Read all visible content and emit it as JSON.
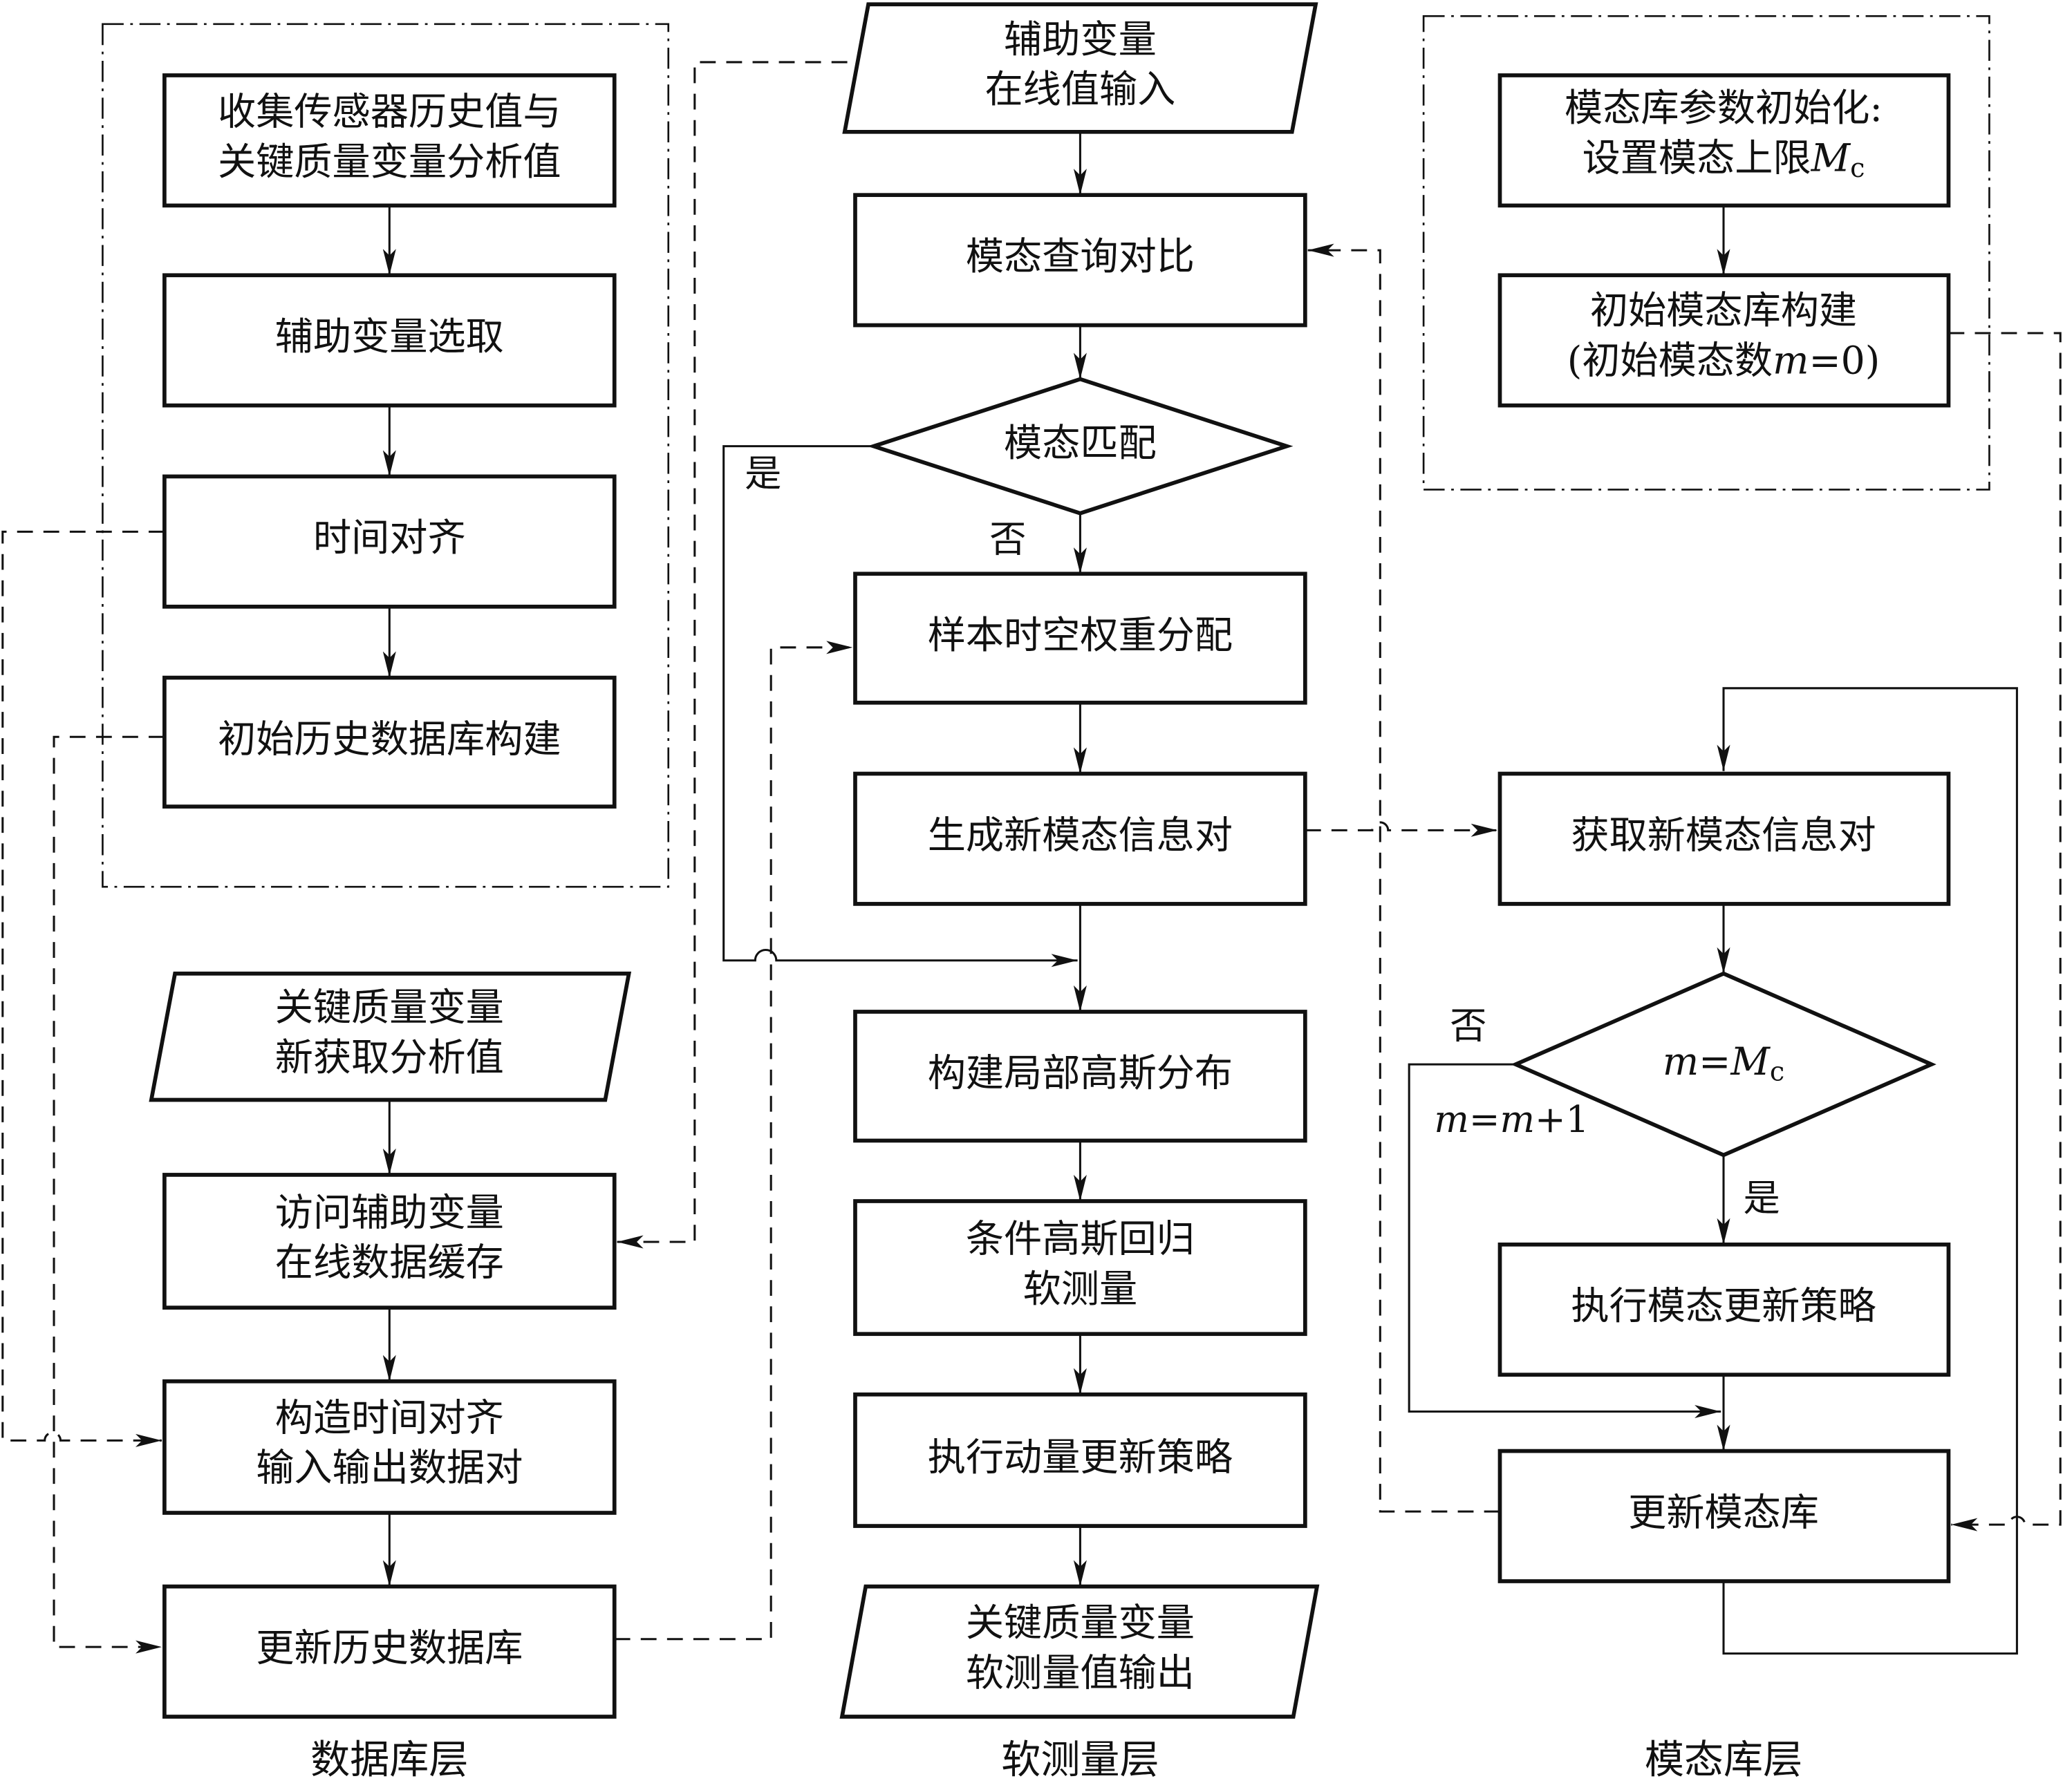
{
  "layers": {
    "database": "数据库层",
    "soft_sensor": "软测量层",
    "mode_library": "模态库层"
  },
  "database_layer": {
    "init_group": [
      [
        "收集传感器历史值与",
        "关键质量变量分析值"
      ],
      [
        "辅助变量选取"
      ],
      [
        "时间对齐"
      ],
      [
        "初始历史数据库构建"
      ]
    ],
    "input": [
      "关键质量变量",
      "新获取分析值"
    ],
    "steps": [
      [
        "访问辅助变量",
        "在线数据缓存"
      ],
      [
        "构造时间对齐",
        "输入输出数据对"
      ],
      [
        "更新历史数据库"
      ]
    ]
  },
  "soft_sensor_layer": {
    "input": [
      "辅助变量",
      "在线值输入"
    ],
    "query": "模态查询对比",
    "decision": "模态匹配",
    "yes": "是",
    "no": "否",
    "steps": [
      "样本时空权重分配",
      "生成新模态信息对",
      "构建局部高斯分布"
    ],
    "regression": [
      "条件高斯回归",
      "软测量"
    ],
    "momentum": "执行动量更新策略",
    "output": [
      "关键质量变量",
      "软测量值输出"
    ]
  },
  "mode_layer": {
    "init_group": {
      "param_init_line1": "模态库参数初始化:",
      "param_init_line2": "设置模态上限",
      "init_build_line1": "初始模态库构建",
      "init_build_line2_pre": "(初始模态数",
      "init_build_var": "m",
      "init_build_line2_post": "=0)"
    },
    "acquire": "获取新模态信息对",
    "decision_var": "m",
    "decision_eq": "=",
    "decision_M": "M",
    "decision_sub": "c",
    "mc_M": "M",
    "mc_sub": "c",
    "no": "否",
    "yes": "是",
    "increment_m1": "m",
    "increment_eq": "=",
    "increment_m2": "m",
    "increment_tail": "+1",
    "update_strategy": "执行模态更新策略",
    "update_library": "更新模态库"
  }
}
